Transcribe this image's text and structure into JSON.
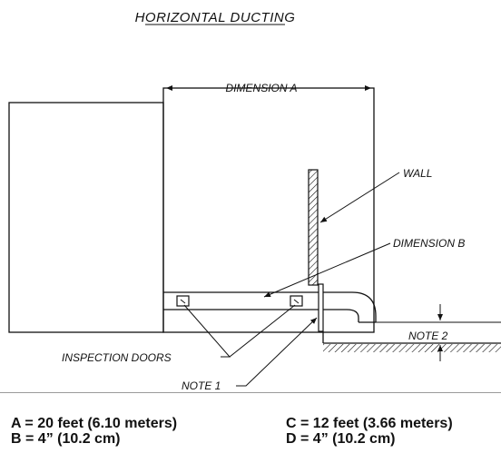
{
  "title": "HORIZONTAL DUCTING",
  "labels": {
    "dimension_a": "DIMENSION A",
    "wall": "WALL",
    "dimension_b": "DIMENSION B",
    "note_2": "NOTE 2",
    "inspection_doors": "INSPECTION DOORS",
    "note_1": "NOTE 1"
  },
  "legend": {
    "a": "A  =  20 feet (6.10 meters)",
    "b": "B  =  4” (10.2 cm)",
    "c": "C  =  12 feet (3.66 meters)",
    "d": "D  =  4” (10.2 cm)"
  },
  "colors": {
    "line": "#111111",
    "divider": "#9a9a9a"
  }
}
